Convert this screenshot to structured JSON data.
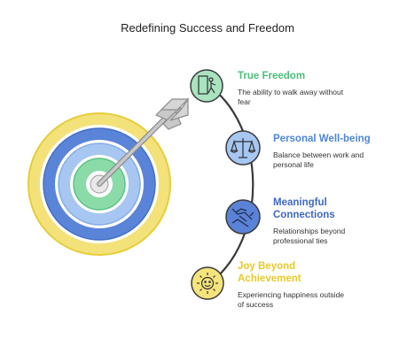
{
  "title": "Redefining Success and Freedom",
  "colors": {
    "yellow": "#f3e27a",
    "yellow_stroke": "#e9cf3a",
    "blue": "#4f7fd8",
    "light_blue": "#9fc0f0",
    "green": "#7fd7a0",
    "green_stroke": "#58c081",
    "arrow": "#aaaaaa",
    "arc": "#3a3a3a"
  },
  "items": [
    {
      "title": "True Freedom",
      "description": [
        "The ability to walk away without",
        "fear"
      ],
      "color": "#4cbf7a",
      "circle_fill": "#a9e3bf",
      "icon": "exit-door-icon"
    },
    {
      "title": "Personal Well-being",
      "description": [
        "Balance between work and",
        "personal life"
      ],
      "color": "#4e86d9",
      "circle_fill": "#a7c6f2",
      "icon": "balance-scale-icon"
    },
    {
      "title": "Meaningful",
      "title2": "Connections",
      "description": [
        "Relationships beyond",
        "professional ties"
      ],
      "color": "#3f68c3",
      "circle_fill": "#5a82d6",
      "icon": "handshake-icon"
    },
    {
      "title": "Joy Beyond",
      "title2": "Achievement",
      "description": [
        "Experiencing happiness outside",
        "of success"
      ],
      "color": "#e8c928",
      "circle_fill": "#f5e37c",
      "icon": "sun-icon"
    }
  ]
}
